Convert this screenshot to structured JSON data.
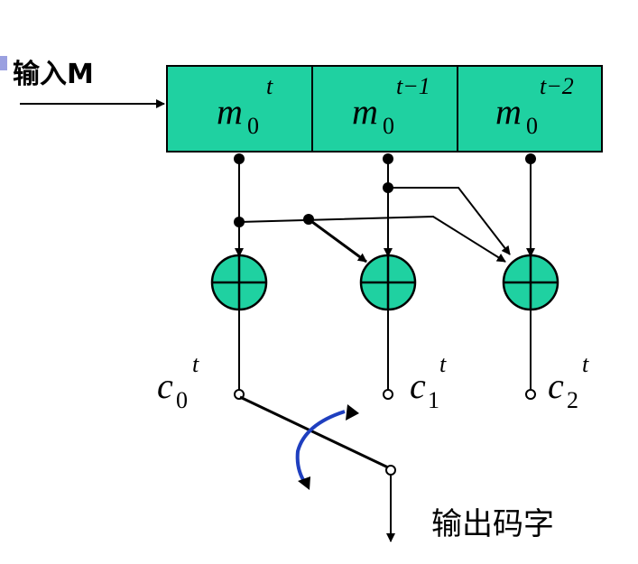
{
  "labels": {
    "input": "输入M",
    "output": "输出码字"
  },
  "register": [
    {
      "sym": "m",
      "sub": "0",
      "sup": "t"
    },
    {
      "sym": "m",
      "sub": "0",
      "sup": "t−1"
    },
    {
      "sym": "m",
      "sub": "0",
      "sup": "t−2"
    }
  ],
  "outputs": [
    {
      "sym": "c",
      "sub": "0",
      "sup": "t"
    },
    {
      "sym": "c",
      "sub": "1",
      "sup": "t"
    },
    {
      "sym": "c",
      "sub": "2",
      "sup": "t"
    }
  ],
  "colors": {
    "register_fill": "#1fd1a1",
    "xor_fill": "#1fd1a1",
    "switch_arrow": "#1f3fbf",
    "corner_mark": "#9aa0e0"
  }
}
